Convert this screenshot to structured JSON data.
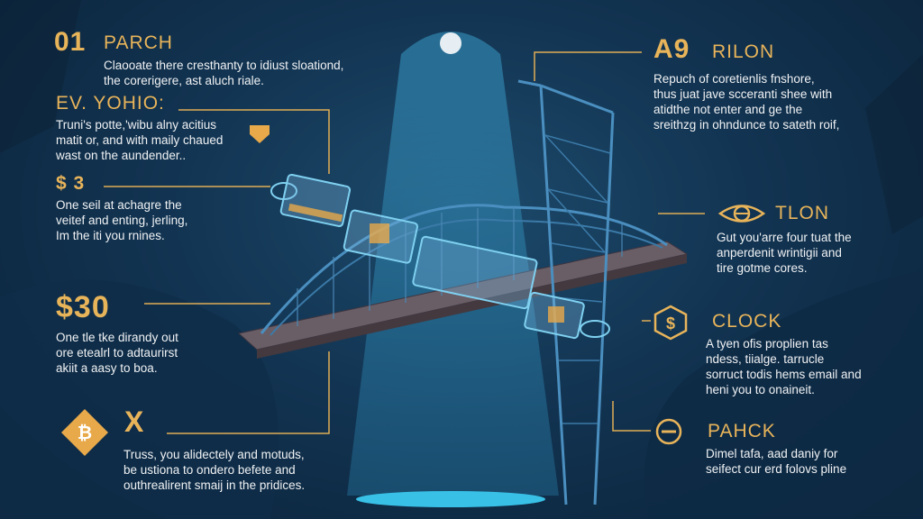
{
  "colors": {
    "accent": "#e8b45a",
    "background": "#123452",
    "beam": "#2f86b0",
    "deck": "#5a5058"
  },
  "left": [
    {
      "num": "01",
      "title": "PARCH",
      "body": [
        "Claooate there cresthanty to idiust sloationd,",
        "the corerigere, ast aluch riale."
      ]
    },
    {
      "title": "EV. YOHIO:",
      "icon": "shield-icon",
      "body": [
        "Truni's potte,'wibu alny acitius",
        "matit or, and with maily chaued",
        "wast on the aundender.."
      ]
    },
    {
      "title": "$ 3",
      "body": [
        "One seil at achagre the",
        "veitef and enting, jerling,",
        "Im the iti you rnines."
      ]
    },
    {
      "title": "$30",
      "body": [
        "One tle tke dirandy out",
        "ore etealrl to adtaurirst",
        "akiit a aasy to boa."
      ]
    },
    {
      "title": "X",
      "icon": "bitcoin-icon",
      "body": [
        "Truss, you alidectely and motuds,",
        "be ustiona to ondero befete and",
        "outhrealirent smaij in the pridices."
      ]
    }
  ],
  "right": [
    {
      "num": "A9",
      "title": "RILON",
      "body": [
        "Repuch of coretienlis fnshore,",
        "thus juat jave scceranti shee with",
        "atidthe not enter and ge the",
        "sreithzg in ohndunce to sateth roif,"
      ]
    },
    {
      "title": "TLON",
      "icon": "eye-icon",
      "body": [
        "Gut you'arre four tuat the",
        "anperdenit wrintigii and",
        "tire gotme cores."
      ]
    },
    {
      "title": "CLOCK",
      "icon": "dollar-hexagon-icon",
      "body": [
        "A tyen ofis proplien tas",
        "ndess, tiialge. tarrucle",
        "sorruct todis hems email and",
        "heni you to onaineit."
      ]
    },
    {
      "title": "PAHCK",
      "icon": "minus-circle-icon",
      "body": [
        "Dimel tafa, aad daniy for",
        "seifect cur erd folovs pline"
      ]
    }
  ]
}
